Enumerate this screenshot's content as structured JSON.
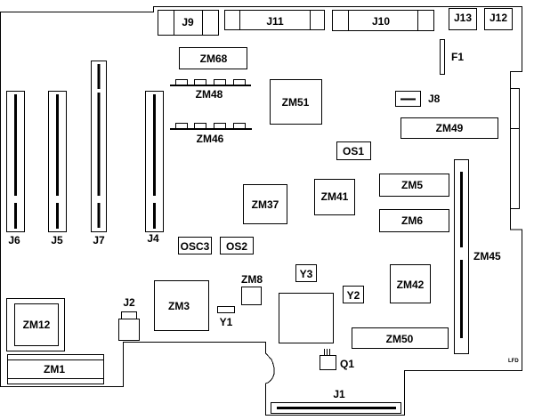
{
  "diagram": {
    "type": "motherboard-component-layout",
    "colors": {
      "line": "#000000",
      "background": "#ffffff"
    },
    "connectors": {
      "j9": "J9",
      "j11": "J11",
      "j10": "J10",
      "j13": "J13",
      "j12": "J12",
      "j8": "J8",
      "j6": "J6",
      "j5": "J5",
      "j7": "J7",
      "j4": "J4",
      "j2": "J2",
      "j1": "J1"
    },
    "chips": {
      "zm68": "ZM68",
      "zm48": "ZM48",
      "zm46": "ZM46",
      "zm51": "ZM51",
      "zm49": "ZM49",
      "zm5": "ZM5",
      "zm6": "ZM6",
      "zm41": "ZM41",
      "zm37": "ZM37",
      "zm45": "ZM45",
      "zm42": "ZM42",
      "zm50": "ZM50",
      "zm3": "ZM3",
      "zm8": "ZM8",
      "zm12": "ZM12",
      "zm1": "ZM1"
    },
    "oscillators": {
      "os1": "OS1",
      "os2": "OS2",
      "osc3": "OSC3"
    },
    "crystals": {
      "y1": "Y1",
      "y2": "Y2",
      "y3": "Y3"
    },
    "other": {
      "f1": "F1",
      "q1": "Q1",
      "lfd": "LFD"
    }
  }
}
